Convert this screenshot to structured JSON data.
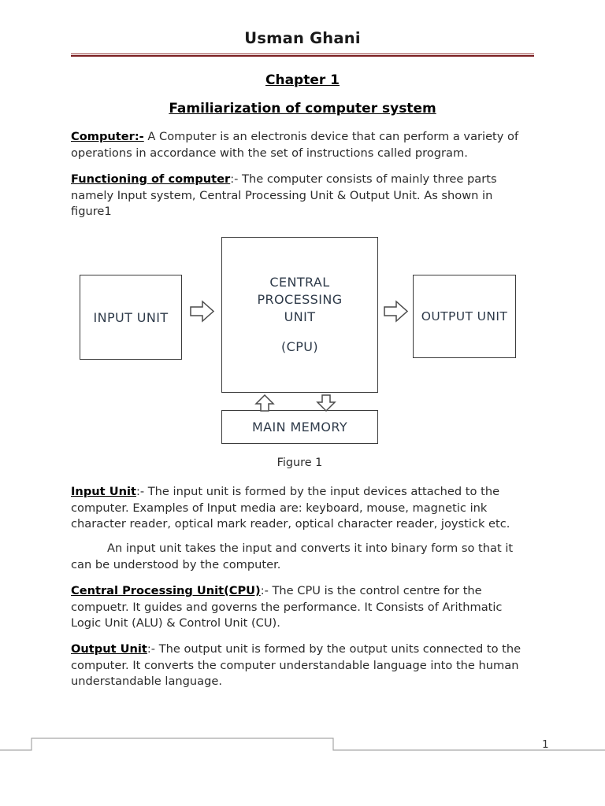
{
  "header": {
    "author": "Usman Ghani",
    "rule_color": "#7b1f22"
  },
  "titles": {
    "chapter": "Chapter 1",
    "subject": "Familiarization of computer system"
  },
  "paragraphs": {
    "computer": {
      "lead": "Computer:-",
      "text": " A Computer is an electronis device that can perform a variety of operations in accordance with the set of instructions called program."
    },
    "functioning": {
      "lead": "Functioning of computer",
      "text": ":- The computer consists of mainly three parts namely Input system, Central Processing Unit & Output Unit. As shown in figure1"
    },
    "input_unit": {
      "lead": "Input Unit",
      "text": ":- The input unit is formed by the input devices attached to the computer. Examples of Input media are: keyboard, mouse, magnetic ink character reader, optical mark reader, optical character reader, joystick etc."
    },
    "input_unit_extra": {
      "text": "An input unit takes the input and converts it into binary form so that it can be understood by the computer."
    },
    "cpu": {
      "lead": "Central Processing Unit(CPU)",
      "text": ":- The CPU is the control centre for the compuetr. It guides and governs the performance. It Consists of Arithmatic Logic Unit (ALU) & Control Unit (CU)."
    },
    "output_unit": {
      "lead": "Output Unit",
      "text": ":- The output unit is formed by the output units connected to the computer. It converts the computer understandable language into the human understandable language."
    }
  },
  "diagram": {
    "input_box": "INPUT UNIT",
    "cpu_box_line1": "CENTRAL",
    "cpu_box_line2": "PROCESSING",
    "cpu_box_line3": "UNIT",
    "cpu_box_line4": "(CPU)",
    "output_box": "OUTPUT UNIT",
    "memory_box": "MAIN MEMORY",
    "caption": "Figure 1",
    "box_border_color": "#3b3b3b",
    "box_text_color": "#2f3b4a"
  },
  "footer": {
    "page_number": "1",
    "line_color": "#a6a6a6"
  }
}
